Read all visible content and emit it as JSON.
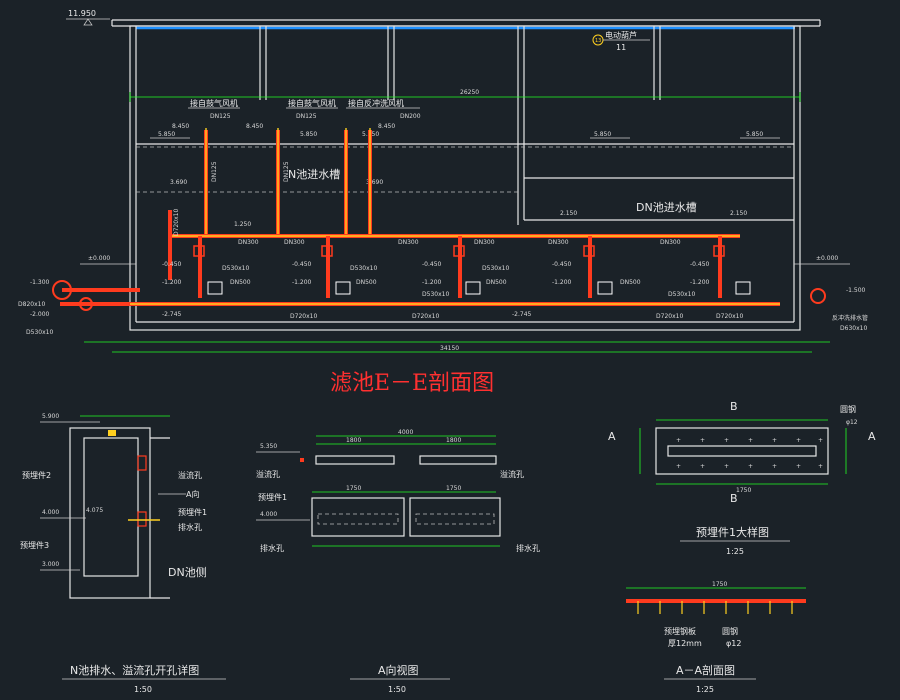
{
  "main_section": {
    "title": "滤池E－E剖面图",
    "top_elevation": "11.950",
    "equipment": {
      "number": "13",
      "label": "电动葫芦",
      "sub": "11"
    },
    "span_label": "26250",
    "ground_left": "±0.000",
    "ground_right": "±0.000",
    "callouts": [
      "接自鼓气风机",
      "接自鼓气风机",
      "接自反冲洗风机"
    ],
    "pipe_sizes_top": [
      "DN125",
      "DN125",
      "DN200"
    ],
    "elev_labels": {
      "e8450": "8.450",
      "e5850": "5.850",
      "e3690": "3.690",
      "e2150": "2.150",
      "e1250": "1.250",
      "em0450": "-0.450",
      "em1200": "-1.200",
      "em1300": "-1.300",
      "em1500": "-1.500",
      "em2000": "-2.000",
      "em2745": "-2.745"
    },
    "tank_n": "N池进水槽",
    "tank_dn": "DN池进水槽",
    "dn_vertical": "DN125",
    "dn300": "DN300",
    "dn500": "DN500",
    "pipe_d530": "D530x10",
    "pipe_d720": "D720x10",
    "pipe_d820": "D820x10",
    "right_callout": "反冲洗排水管",
    "right_callout_sub": "D630x10",
    "total_dim": "34150"
  },
  "detail_n": {
    "title": "N池排水、溢流孔开孔详图",
    "scale": "1:50",
    "labels": [
      "预埋件2",
      "溢流孔",
      "A向",
      "预埋件1",
      "排水孔",
      "预埋件3",
      "DN池侧"
    ],
    "elevs": [
      "5.900",
      "4.000",
      "4.075",
      "3.000"
    ]
  },
  "detail_a": {
    "title": "A向视图",
    "scale": "1:50",
    "labels": [
      "溢流孔",
      "溢流孔",
      "预埋件1",
      "排水孔",
      "排水孔"
    ],
    "elevs": [
      "5.350",
      "4.000"
    ],
    "dims": [
      "4000",
      "1800",
      "1800",
      "1750",
      "1750"
    ]
  },
  "detail_emb": {
    "title": "预埋件1大样图",
    "scale": "1:25",
    "marks": [
      "A",
      "A",
      "B",
      "B"
    ],
    "rebar": "圆钢",
    "rebar_sub": "φ12",
    "dim": "1750"
  },
  "detail_aa": {
    "title": "A－A剖面图",
    "scale": "1:25",
    "dim": "1750",
    "labels": [
      "预埋钢板",
      "厚12mm",
      "圆钢",
      "φ12"
    ]
  },
  "colors": {
    "background": "#1b2228",
    "lines": "#e6e6e6",
    "pipes": "#ff3b1e",
    "dimensions": "#22ff22",
    "water": "#1e90ff",
    "title": "#ff3030"
  }
}
